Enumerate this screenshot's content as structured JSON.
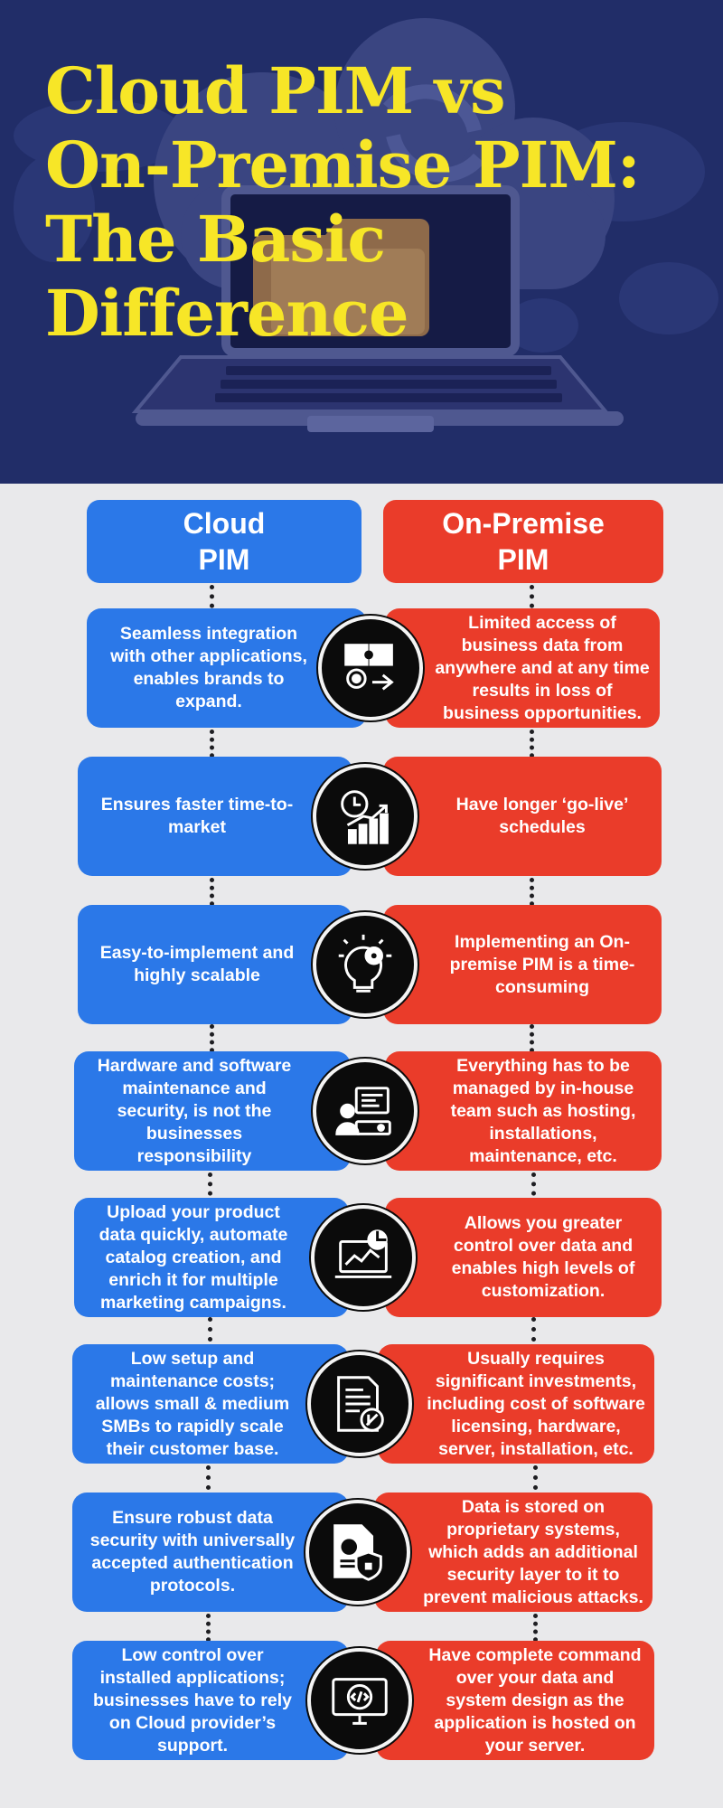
{
  "header": {
    "title_lines": [
      "Cloud PIM vs",
      "On-Premise PIM:",
      "The Basic",
      "Difference"
    ]
  },
  "columns": {
    "cloud": {
      "label": "Cloud\nPIM"
    },
    "onprem": {
      "label": "On-Premise\nPIM"
    }
  },
  "rows": [
    {
      "cloud": "Seamless integration with other applications, enables brands to expand.",
      "onprem": "Limited access of business data from anywhere and at any time results in loss of business opportunities.",
      "icon": "puzzle-gear-icon"
    },
    {
      "cloud": "Ensures faster time-to-market",
      "onprem": "Have longer ‘go-live’ schedules",
      "icon": "clock-growth-chart-icon"
    },
    {
      "cloud": "Easy-to-implement and highly scalable",
      "onprem": "Implementing an On-premise PIM is a time-consuming",
      "icon": "lightbulb-gear-icon"
    },
    {
      "cloud": "Hardware and software maintenance and security, is not the businesses responsibility",
      "onprem": "Everything has to be managed by in-house team such as hosting, installations, maintenance, etc.",
      "icon": "it-support-monitor-icon"
    },
    {
      "cloud": "Upload your product data quickly, automate catalog creation, and enrich it for multiple marketing campaigns.",
      "onprem": "Allows you greater control over data and enables high levels of customization.",
      "icon": "laptop-analytics-icon"
    },
    {
      "cloud": "Low setup and maintenance costs; allows small & medium SMBs to rapidly scale their customer base.",
      "onprem": "Usually requires significant investments, including cost of software licensing, hardware, server, installation, etc.",
      "icon": "invoice-tools-icon"
    },
    {
      "cloud": "Ensure robust data security with universally accepted authentication protocols.",
      "onprem": "Data is stored on proprietary systems, which adds an additional security layer to it to prevent malicious attacks.",
      "icon": "document-shield-icon"
    },
    {
      "cloud": "Low control over installed applications; businesses have to rely on Cloud provider’s support.",
      "onprem": "Have complete command over your data and system design as the application is hosted on your server.",
      "icon": "monitor-code-gear-icon"
    }
  ],
  "colors": {
    "header_bg": "#212d68",
    "title": "#f7e627",
    "cloud": "#2b78e8",
    "onprem": "#ea3c2a",
    "body_bg": "#e9e9eb",
    "badge": "#0b0b0b"
  }
}
